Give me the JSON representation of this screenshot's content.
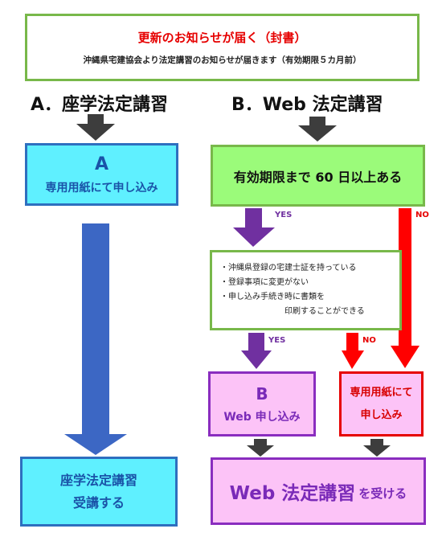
{
  "notice": {
    "title": "更新のお知らせが届く（封書）",
    "subtitle": "沖縄県宅建協会より法定講習のお知らせが届きます（有効期限５カ月前）"
  },
  "headings": {
    "a": "A．座学法定講習",
    "b": "B．Web 法定講習"
  },
  "path_a": {
    "box1_letter": "A",
    "box1_text": "専用用紙にて申し込み",
    "final_line1": "座学法定講習",
    "final_line2": "受講する"
  },
  "path_b": {
    "check": "有効期限まで 60 日以上ある",
    "yes1": "YES",
    "no1": "NO",
    "conditions": [
      "・沖縄県登録の宅建士証を持っている",
      "・登録事項に変更がない",
      "・申し込み手続き時に書類を",
      "印刷することができる"
    ],
    "yes2": "YES",
    "no2": "NO",
    "web_letter": "B",
    "web_text": "Web 申し込み",
    "paper_line1": "専用用紙にて",
    "paper_line2": "申し込み",
    "final_big": "Web 法定講習",
    "final_small": "を受ける"
  },
  "colors": {
    "green_border": "#78b84a",
    "blue_fill": "#5ff0ff",
    "blue_border": "#2e6fbf",
    "green_fill": "#9bfb7a",
    "purple": "#7a2ab8",
    "pink_fill": "#fcc3f7",
    "red": "#e60000",
    "dark_arrow": "#3d3d3d"
  }
}
